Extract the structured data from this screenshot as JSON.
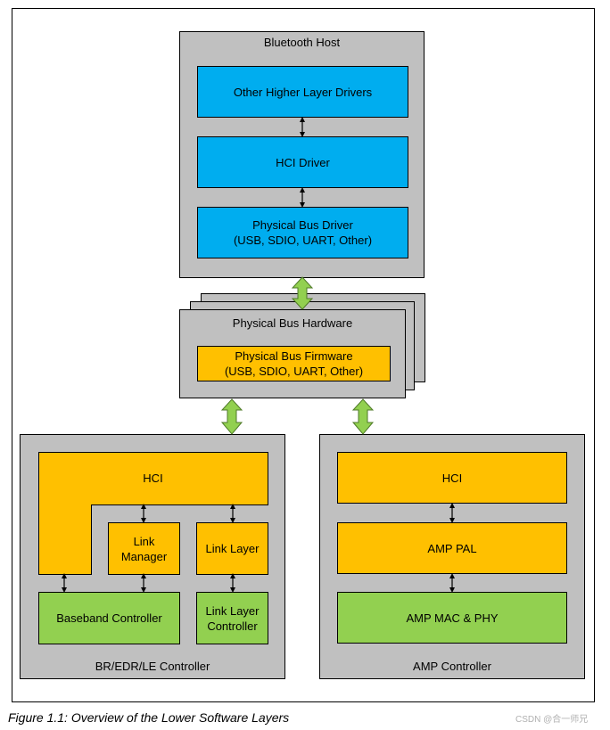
{
  "host": {
    "title": "Bluetooth Host",
    "higher_layer": "Other Higher Layer Drivers",
    "hci_driver": "HCI Driver",
    "bus_driver_line1": "Physical Bus Driver",
    "bus_driver_line2": "(USB, SDIO, UART, Other)"
  },
  "bus_hardware": {
    "title": "Physical Bus Hardware",
    "firmware_line1": "Physical Bus Firmware",
    "firmware_line2": "(USB, SDIO, UART, Other)"
  },
  "bredr": {
    "title": "BR/EDR/LE Controller",
    "hci": "HCI",
    "link_manager_line1": "Link",
    "link_manager_line2": "Manager",
    "link_layer": "Link Layer",
    "baseband": "Baseband Controller",
    "ll_controller_line1": "Link Layer",
    "ll_controller_line2": "Controller"
  },
  "amp": {
    "title": "AMP Controller",
    "hci": "HCI",
    "pal": "AMP PAL",
    "mac_phy": "AMP MAC & PHY"
  },
  "caption": "Figure 1.1:  Overview of the Lower Software Layers",
  "watermark": "CSDN @合一师兄",
  "colors": {
    "host_blue": "#00adef",
    "controller_orange": "#ffc000",
    "phy_green": "#92d050",
    "container_gray": "#c0c0c0",
    "arrow_green": "#92d050"
  }
}
